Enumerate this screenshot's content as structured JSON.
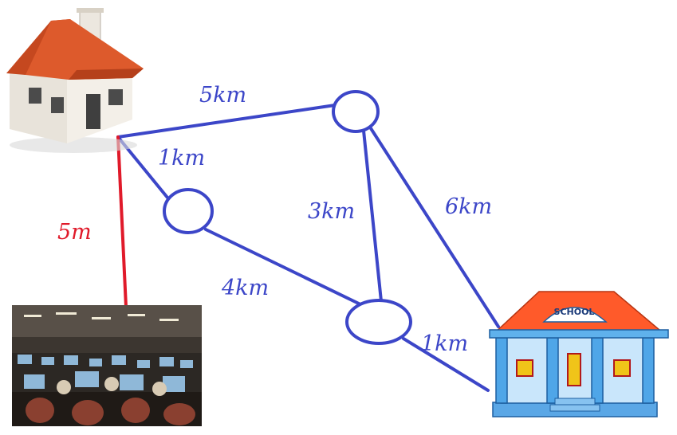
{
  "labels": {
    "home_to_a": "5km",
    "home_to_b": "1km",
    "home_to_cafe": "5m",
    "a_to_c": "3km",
    "a_to_school": "6km",
    "b_to_c": "4km",
    "c_to_school": "1km"
  },
  "school_sign": "SCHOOL",
  "colors": {
    "edge": "#3c46c8",
    "edge_red": "#e01a2a",
    "label": "#3c46c8",
    "label_red": "#e01a2a"
  }
}
